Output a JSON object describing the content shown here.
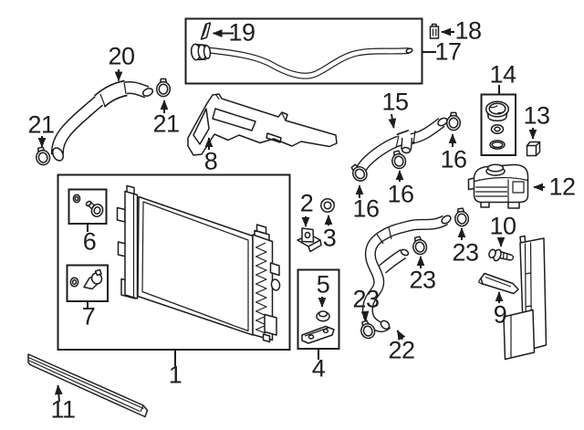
{
  "diagram": {
    "background": "#ffffff",
    "ink": "#1d1d1b",
    "callouts": {
      "c1": "1",
      "c2": "2",
      "c3": "3",
      "c4": "4",
      "c5": "5",
      "c6": "6",
      "c7": "7",
      "c8": "8",
      "c9": "9",
      "c10": "10",
      "c11": "11",
      "c12": "12",
      "c13": "13",
      "c14": "14",
      "c15": "15",
      "c16a": "16",
      "c16b": "16",
      "c16c": "16",
      "c17": "17",
      "c18": "18",
      "c19": "19",
      "c20": "20",
      "c21a": "21",
      "c21b": "21",
      "c22": "22",
      "c23a": "23",
      "c23b": "23",
      "c23c": "23"
    }
  }
}
